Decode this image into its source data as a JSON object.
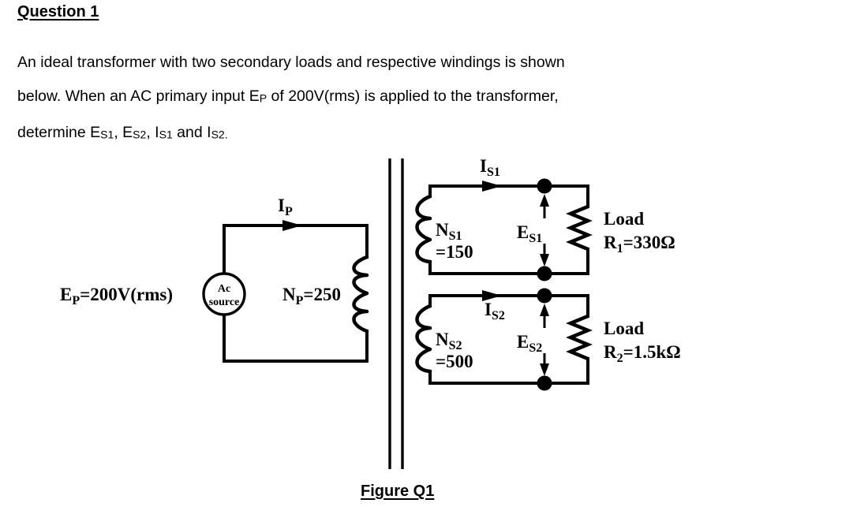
{
  "question": {
    "title": "Question 1",
    "lines": [
      "An ideal transformer with two secondary loads and respective windings is shown",
      "below. When an AC primary input E<sub>P</sub> of 200V(rms) is applied to the transformer,",
      "determine E<sub>S1</sub>, E<sub>S2</sub>, I<sub>S1</sub> and  I<sub>S2.</sub>"
    ]
  },
  "figure": {
    "caption": "Figure Q1",
    "primary": {
      "source_line1": "Ac",
      "source_line2": "source",
      "input_label": "E",
      "input_sub": "P",
      "input_value": "=200V(rms)",
      "current_label": "I",
      "current_sub": "P",
      "turns_label": "N",
      "turns_sub": "P",
      "turns_value": "=250"
    },
    "secondary1": {
      "current_label": "I",
      "current_sub": "S1",
      "turns_label": "N",
      "turns_sub": "S1",
      "turns_value": "=150",
      "emf_label": "E",
      "emf_sub": "S1",
      "load_title": "Load",
      "load_label": "R",
      "load_sub": "1",
      "load_value": "=330Ω"
    },
    "secondary2": {
      "current_label": "I",
      "current_sub": "S2",
      "turns_label": "N",
      "turns_sub": "S2",
      "turns_value": "=500",
      "emf_label": "E",
      "emf_sub": "S2",
      "load_title": "Load",
      "load_label": "R",
      "load_sub": "2",
      "load_value": "=1.5kΩ"
    }
  },
  "colors": {
    "ink": "#000000",
    "paper": "#ffffff"
  }
}
